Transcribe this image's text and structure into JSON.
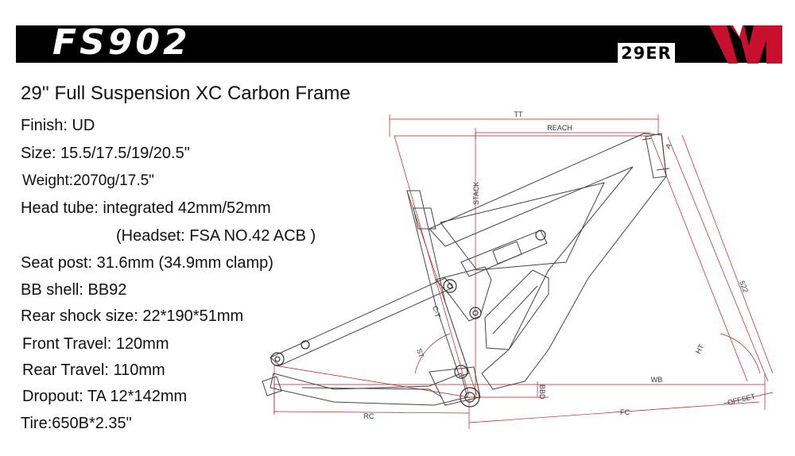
{
  "header": {
    "model": "FS902",
    "wheel_size": "29ER",
    "brand_color": "#c8102e"
  },
  "subtitle": "29'' Full Suspension XC Carbon Frame",
  "specs": [
    "Finish: UD",
    "Size: 15.5/17.5/19/20.5\"",
    "Weight:2070g/17.5\"",
    "Head tube: integrated 42mm/52mm",
    "(Headset: FSA NO.42 ACB )",
    "Seat post: 31.6mm (34.9mm clamp)",
    "BB shell: BB92",
    "Rear shock size: 22*190*51mm",
    "Front Travel: 120mm",
    "Rear Travel: 110mm",
    "Dropout: TA 12*142mm",
    "Tire:650B*2.35\""
  ],
  "diagram": {
    "labels": {
      "tt": "TT",
      "reach": "REACH",
      "stack": "STACK",
      "fork_length": "522",
      "ct": "C-T",
      "st": "ST",
      "ht": "HT",
      "wb": "WB",
      "rc": "RC",
      "fc": "FC",
      "bbd": "BBD",
      "offset": "OFFSET",
      "a": "A"
    },
    "colors": {
      "dimension": "#b22222",
      "frame": "#444444"
    }
  }
}
